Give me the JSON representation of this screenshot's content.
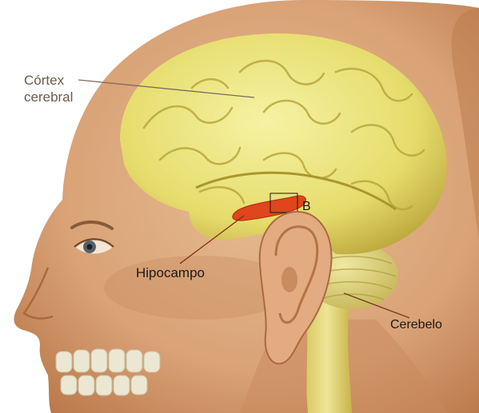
{
  "labels": {
    "cortex_line1": "Córtex",
    "cortex_line2": "cerebral",
    "hippocampus": "Hipocampo",
    "cerebellum": "Cerebelo",
    "box_marker": "B"
  },
  "colors": {
    "skin": "#d9a47a",
    "skin_shadow": "#b97a4f",
    "brain": "#e9e27a",
    "brain_shadow": "#b9a93a",
    "hippocampus": "#e0451c",
    "skull_teeth": "#e8e4cf"
  }
}
